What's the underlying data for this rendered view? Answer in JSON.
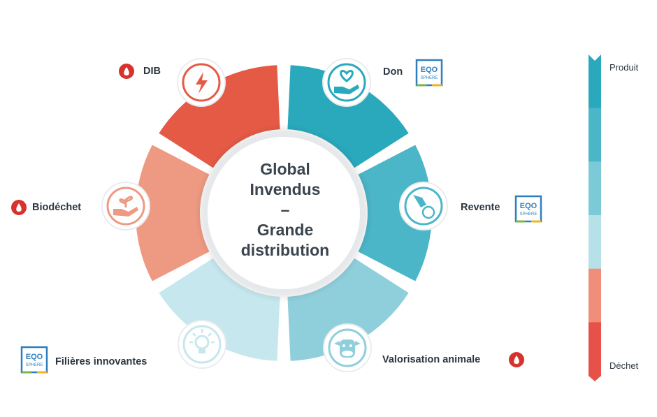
{
  "diagram": {
    "center": {
      "line1": "Global",
      "line2": "Invendus",
      "line3": "–",
      "line4": "Grande",
      "line5": "distribution"
    },
    "segments": [
      {
        "label": "DIB",
        "icon": "lightning-icon",
        "color": "#e55a45"
      },
      {
        "label": "Don",
        "icon": "heart-hand-icon",
        "color": "#2aa9bd"
      },
      {
        "label": "Revente",
        "icon": "coin-hand-icon",
        "color": "#4bb6c8"
      },
      {
        "label": "Valorisation animale",
        "icon": "cow-icon",
        "color": "#8fcfdc"
      },
      {
        "label": "Filières innovantes",
        "icon": "lightbulb-icon",
        "color": "#c6e7ee"
      },
      {
        "label": "Biodéchet",
        "icon": "plant-hand-icon",
        "color": "#ee9a82"
      }
    ],
    "badges": {
      "eqo_line1": "EQO",
      "eqo_line2": "SPHERE"
    },
    "scale": {
      "top_label": "Produit",
      "bottom_label": "Déchet",
      "colors": [
        "#2aa9bd",
        "#4bb6c8",
        "#7ccad7",
        "#b6e1e8",
        "#ef8f79",
        "#e6524a"
      ]
    },
    "colors": {
      "badge_red": "#d8322d",
      "eqo_blue": "#2f7fc0",
      "eqo_green": "#7ab648",
      "eqo_yellow": "#f2b32a"
    }
  }
}
